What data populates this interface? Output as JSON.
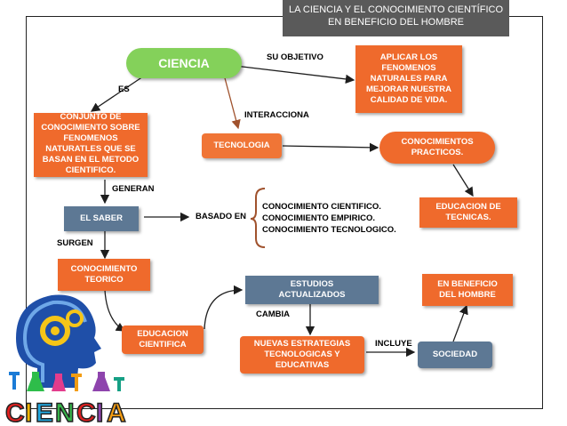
{
  "title": "LA CIENCIA Y EL CONOCIMIENTO CIENTÍFICO EN BENEFICIO DEL HOMBRE",
  "nodes": {
    "ciencia": "CIENCIA",
    "aplicar": "APLICAR LOS\nFENOMENOS\nNATURALES PARA\nMEJORAR NUESTRA\nCALIDAD DE VIDA.",
    "conjunto": "CONJUNTO DE\nCONOCIMIENTO SOBRE\nFENOMENOS\nNATURATLES QUE SE\nBASAN EN EL METODO\nCIENTIFICO.",
    "tecnologia": "TECNOLOGIA",
    "practicos": "CONOCIMIENTOS\nPRACTICOS.",
    "saber": "EL SABER",
    "educacion_tecnicas": "EDUCACION DE\nTECNICAS.",
    "teorico": "CONOCIMIENTO\nTEORICO",
    "estudios": "ESTUDIOS\nACTUALIZADOS",
    "beneficio": "EN BENEFICIO\nDEL HOMBRE",
    "educacion_cientifica": "EDUCACION\nCIENTIFICA",
    "estrategias": "NUEVAS ESTRATEGIAS\nTECNOLOGICAS Y\nEDUCATIVAS",
    "sociedad": "SOCIEDAD"
  },
  "labels": {
    "objetivo": "SU OBJETIVO",
    "es": "ES",
    "interacciona": "INTERACCIONA",
    "generan": "GENERAN",
    "basado": "BASADO EN",
    "surgen": "SURGEN",
    "cambia": "CAMBIA",
    "incluye": "INCLUYE"
  },
  "types_list": "CONOCIMIENTO CIENTIFICO.\nCONOCIMIENTO EMPIRICO.\nCONOCIMIENTO TECNOLOGICO.",
  "logo_text": "CIENCIA",
  "colors": {
    "orange": "#ef6a2c",
    "slate": "#5d7894",
    "green": "#84d15a",
    "title_bg": "#5a5a5a",
    "arrow_dark": "#1e1e1e",
    "arrow_brown": "#a0522d"
  }
}
